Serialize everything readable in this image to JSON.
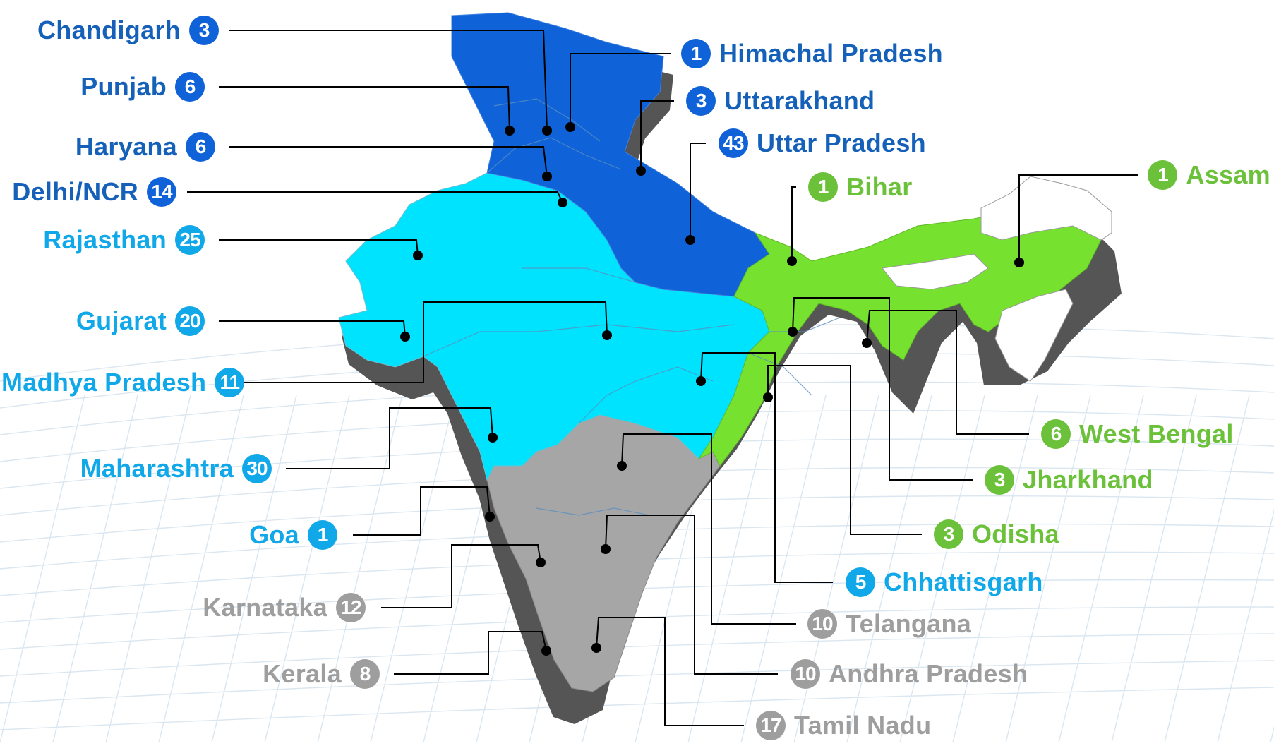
{
  "colors": {
    "north": "#0f62d8",
    "north_text": "#1560b8",
    "west_central": "#00e3ff",
    "west_central_text": "#10a8e8",
    "east": "#76e22f",
    "east_text": "#6cc13a",
    "south": "#a6a6a6",
    "south_text": "#9e9e9e",
    "shadow": "#555555",
    "leader": "#000000"
  },
  "regions": [
    {
      "name": "north",
      "states": [
        "Chandigarh",
        "Punjab",
        "Haryana",
        "Delhi/NCR",
        "Himachal Pradesh",
        "Uttarakhand",
        "Uttar Pradesh"
      ]
    },
    {
      "name": "west_central",
      "states": [
        "Rajasthan",
        "Gujarat",
        "Madhya Pradesh",
        "Maharashtra",
        "Goa",
        "Chhattisgarh"
      ]
    },
    {
      "name": "east",
      "states": [
        "Bihar",
        "Assam",
        "West Bengal",
        "Jharkhand",
        "Odisha"
      ]
    },
    {
      "name": "south",
      "states": [
        "Karnataka",
        "Kerala",
        "Telangana",
        "Andhra Pradesh",
        "Tamil Nadu"
      ]
    }
  ],
  "labels": [
    {
      "id": "chandigarh",
      "name": "Chandigarh",
      "count": "3",
      "region": "north",
      "side": "left"
    },
    {
      "id": "punjab",
      "name": "Punjab",
      "count": "6",
      "region": "north",
      "side": "left"
    },
    {
      "id": "haryana",
      "name": "Haryana",
      "count": "6",
      "region": "north",
      "side": "left"
    },
    {
      "id": "delhi",
      "name": "Delhi/NCR",
      "count": "14",
      "region": "north",
      "side": "left"
    },
    {
      "id": "rajasthan",
      "name": "Rajasthan",
      "count": "25",
      "region": "west_central",
      "side": "left"
    },
    {
      "id": "gujarat",
      "name": "Gujarat",
      "count": "20",
      "region": "west_central",
      "side": "left"
    },
    {
      "id": "madhya",
      "name": "Madhya Pradesh",
      "count": "11",
      "region": "west_central",
      "side": "left"
    },
    {
      "id": "maharashtra",
      "name": "Maharashtra",
      "count": "30",
      "region": "west_central",
      "side": "left"
    },
    {
      "id": "goa",
      "name": "Goa",
      "count": "1",
      "region": "west_central",
      "side": "left"
    },
    {
      "id": "karnataka",
      "name": "Karnataka",
      "count": "12",
      "region": "south",
      "side": "left"
    },
    {
      "id": "kerala",
      "name": "Kerala",
      "count": "8",
      "region": "south",
      "side": "left"
    },
    {
      "id": "himachal",
      "name": "Himachal Pradesh",
      "count": "1",
      "region": "north",
      "side": "right"
    },
    {
      "id": "uttarakhand",
      "name": "Uttarakhand",
      "count": "3",
      "region": "north",
      "side": "right"
    },
    {
      "id": "uttarpradesh",
      "name": "Uttar Pradesh",
      "count": "43",
      "region": "north",
      "side": "right"
    },
    {
      "id": "bihar",
      "name": "Bihar",
      "count": "1",
      "region": "east",
      "side": "right"
    },
    {
      "id": "assam",
      "name": "Assam",
      "count": "1",
      "region": "east",
      "side": "right"
    },
    {
      "id": "westbengal",
      "name": "West Bengal",
      "count": "6",
      "region": "east",
      "side": "right"
    },
    {
      "id": "jharkhand",
      "name": "Jharkhand",
      "count": "3",
      "region": "east",
      "side": "right"
    },
    {
      "id": "odisha",
      "name": "Odisha",
      "count": "3",
      "region": "east",
      "side": "right"
    },
    {
      "id": "chhattisgarh",
      "name": "Chhattisgarh",
      "count": "5",
      "region": "west_central",
      "side": "right"
    },
    {
      "id": "telangana",
      "name": "Telangana",
      "count": "10",
      "region": "south",
      "side": "right"
    },
    {
      "id": "andhra",
      "name": "Andhra Pradesh",
      "count": "10",
      "region": "south",
      "side": "right"
    },
    {
      "id": "tamilnadu",
      "name": "Tamil Nadu",
      "count": "17",
      "region": "south",
      "side": "right"
    }
  ]
}
